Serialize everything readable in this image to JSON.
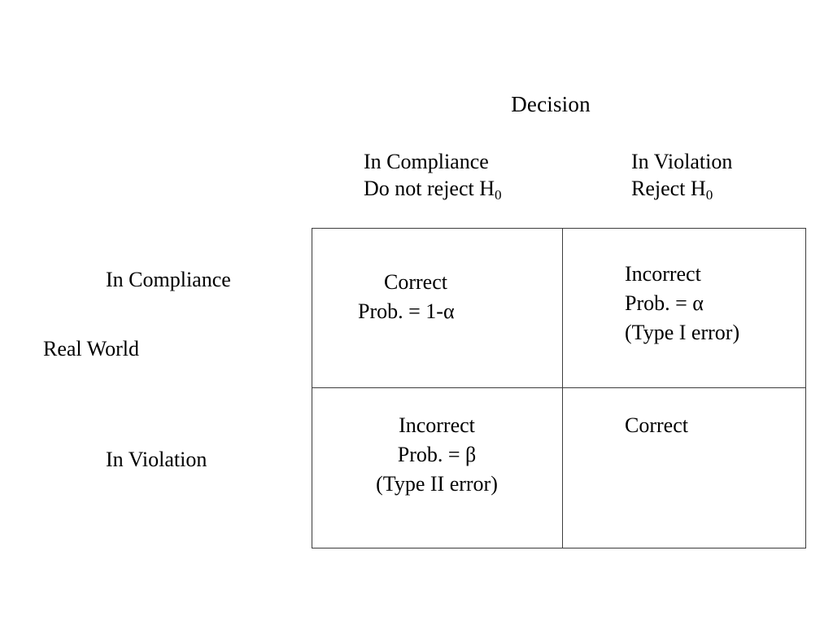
{
  "diagram": {
    "title": "Decision",
    "row_group_label": "Real World",
    "column_headers": [
      {
        "name": "In Compliance",
        "action": "Do not reject H",
        "hypothesis_subscript": "0"
      },
      {
        "name": "In Violation",
        "action": "Reject H",
        "hypothesis_subscript": "0"
      }
    ],
    "row_headers": [
      {
        "label": "In Compliance"
      },
      {
        "label": "In Violation"
      }
    ],
    "cells": {
      "compliance_compliance": {
        "outcome": "Correct",
        "probability": "Prob.  = 1-α",
        "note": ""
      },
      "compliance_violation": {
        "outcome": "Incorrect",
        "probability": "Prob. = α",
        "note": "(Type I error)"
      },
      "violation_compliance": {
        "outcome": "Incorrect",
        "probability": "Prob. = β",
        "note": "(Type II error)"
      },
      "violation_violation": {
        "outcome": "Correct",
        "probability": "",
        "note": ""
      }
    },
    "colors": {
      "background": "#ffffff",
      "text": "#000000",
      "border": "#3d3d3d"
    }
  }
}
